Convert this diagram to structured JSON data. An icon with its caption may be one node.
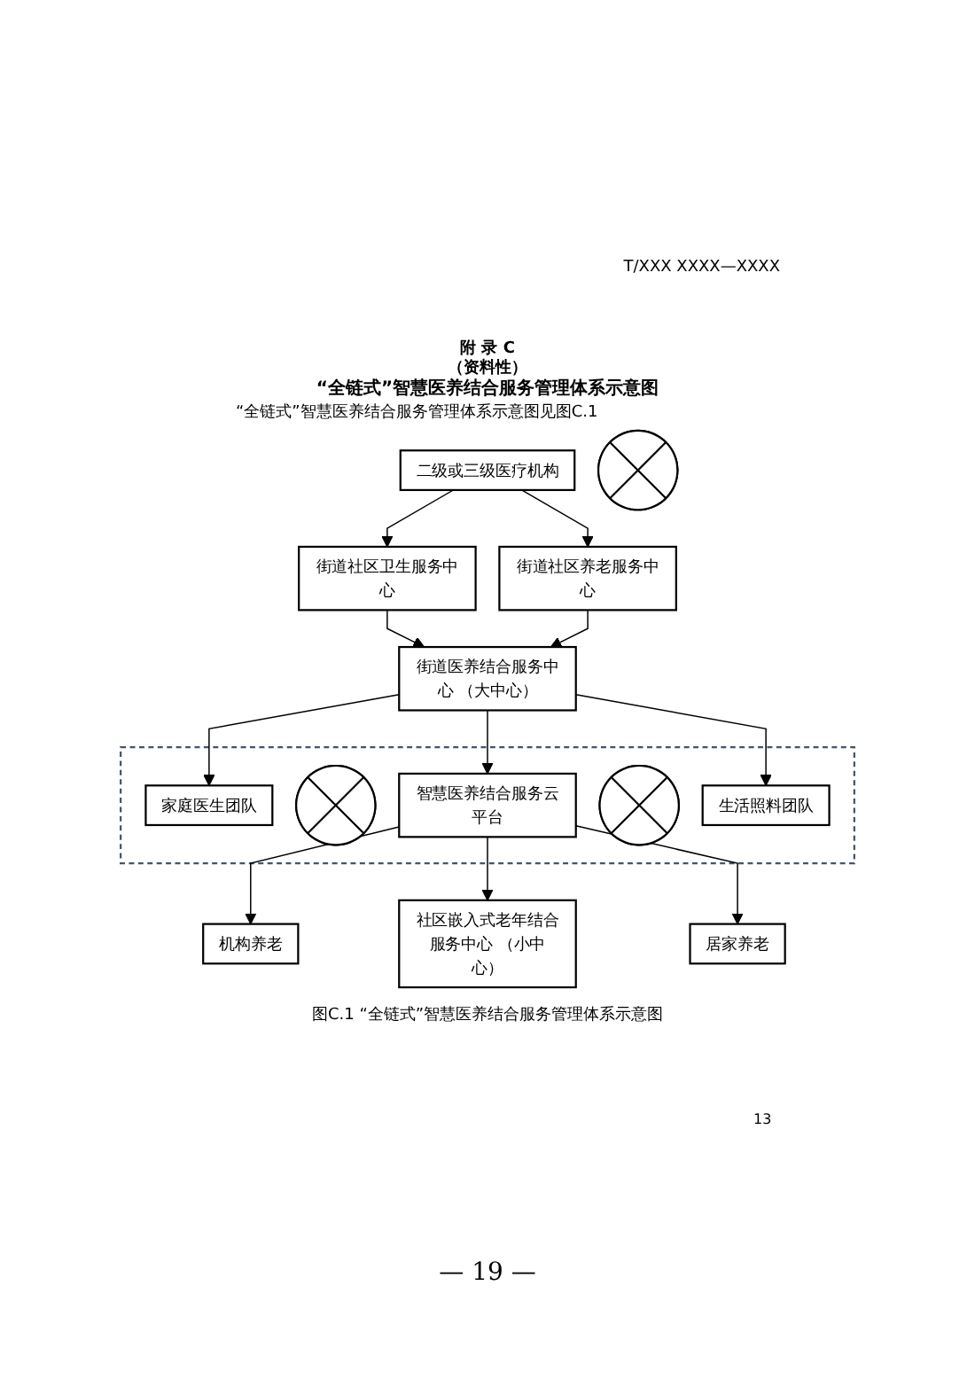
{
  "diagram": {
    "title": "“全链式”智慧医养结合服务管理体系示意图",
    "caption": "图C.1 “全链式”智慧医养结合服务管理体系示意图",
    "nodes": [
      {
        "text": [
          "二级或三级医疗机构"
        ]
      },
      {
        "text": [
          "街道社区卫生服务中心"
        ]
      },
      {
        "text": [],
        "shape": "cross"
      },
      {
        "text": [
          "街道社区养老服务中心"
        ]
      },
      {
        "text": [
          "街道医养结合服务中心 （大中心）"
        ]
      },
      {
        "text": [],
        "shape": "box"
      },
      {
        "text": [
          "家庭医生团队"
        ],
        "in": 5
      },
      {
        "text": [],
        "shape": "cross",
        "in": 5
      },
      {
        "text": [
          "智慧医养结合服务云平台"
        ],
        "in": 5
      },
      {
        "text": [],
        "shape": "cross",
        "in": 5
      },
      {
        "text": [
          "生活照料团队"
        ],
        "in": 5
      },
      {
        "text": [
          "机构养老"
        ]
      },
      {
        "text": [
          "社区嵌入式老年结合服务中心 （小中心）"
        ]
      },
      {
        "text": [
          "居家养老"
        ]
      }
    ],
    "edges": [
      {
        "from": 0,
        "to": 1,
        "arrow": "to"
      },
      {
        "from": 0,
        "to": 3,
        "arrow": "to"
      },
      {
        "from": 1,
        "to": 4,
        "arrow": "to"
      },
      {
        "from": 3,
        "to": 4,
        "arrow": "to"
      },
      {
        "from": 4,
        "to": 6,
        "arrow": "to"
      },
      {
        "from": 4,
        "to": 8,
        "arrow": "to"
      },
      {
        "from": 4,
        "to": 10,
        "arrow": "to"
      },
      {
        "from": 8,
        "to": 11,
        "arrow": "to"
      },
      {
        "from": 8,
        "to": 12,
        "arrow": "to"
      },
      {
        "from": 8,
        "to": 13,
        "arrow": "to"
      }
    ],
    "labels": [
      "T/XXX XXXX—XXXX",
      "附 录 C",
      "（资料性）",
      "“全链式”智慧医养结合服务管理体系示意图见图C.1",
      "13",
      "— 19 —"
    ]
  }
}
